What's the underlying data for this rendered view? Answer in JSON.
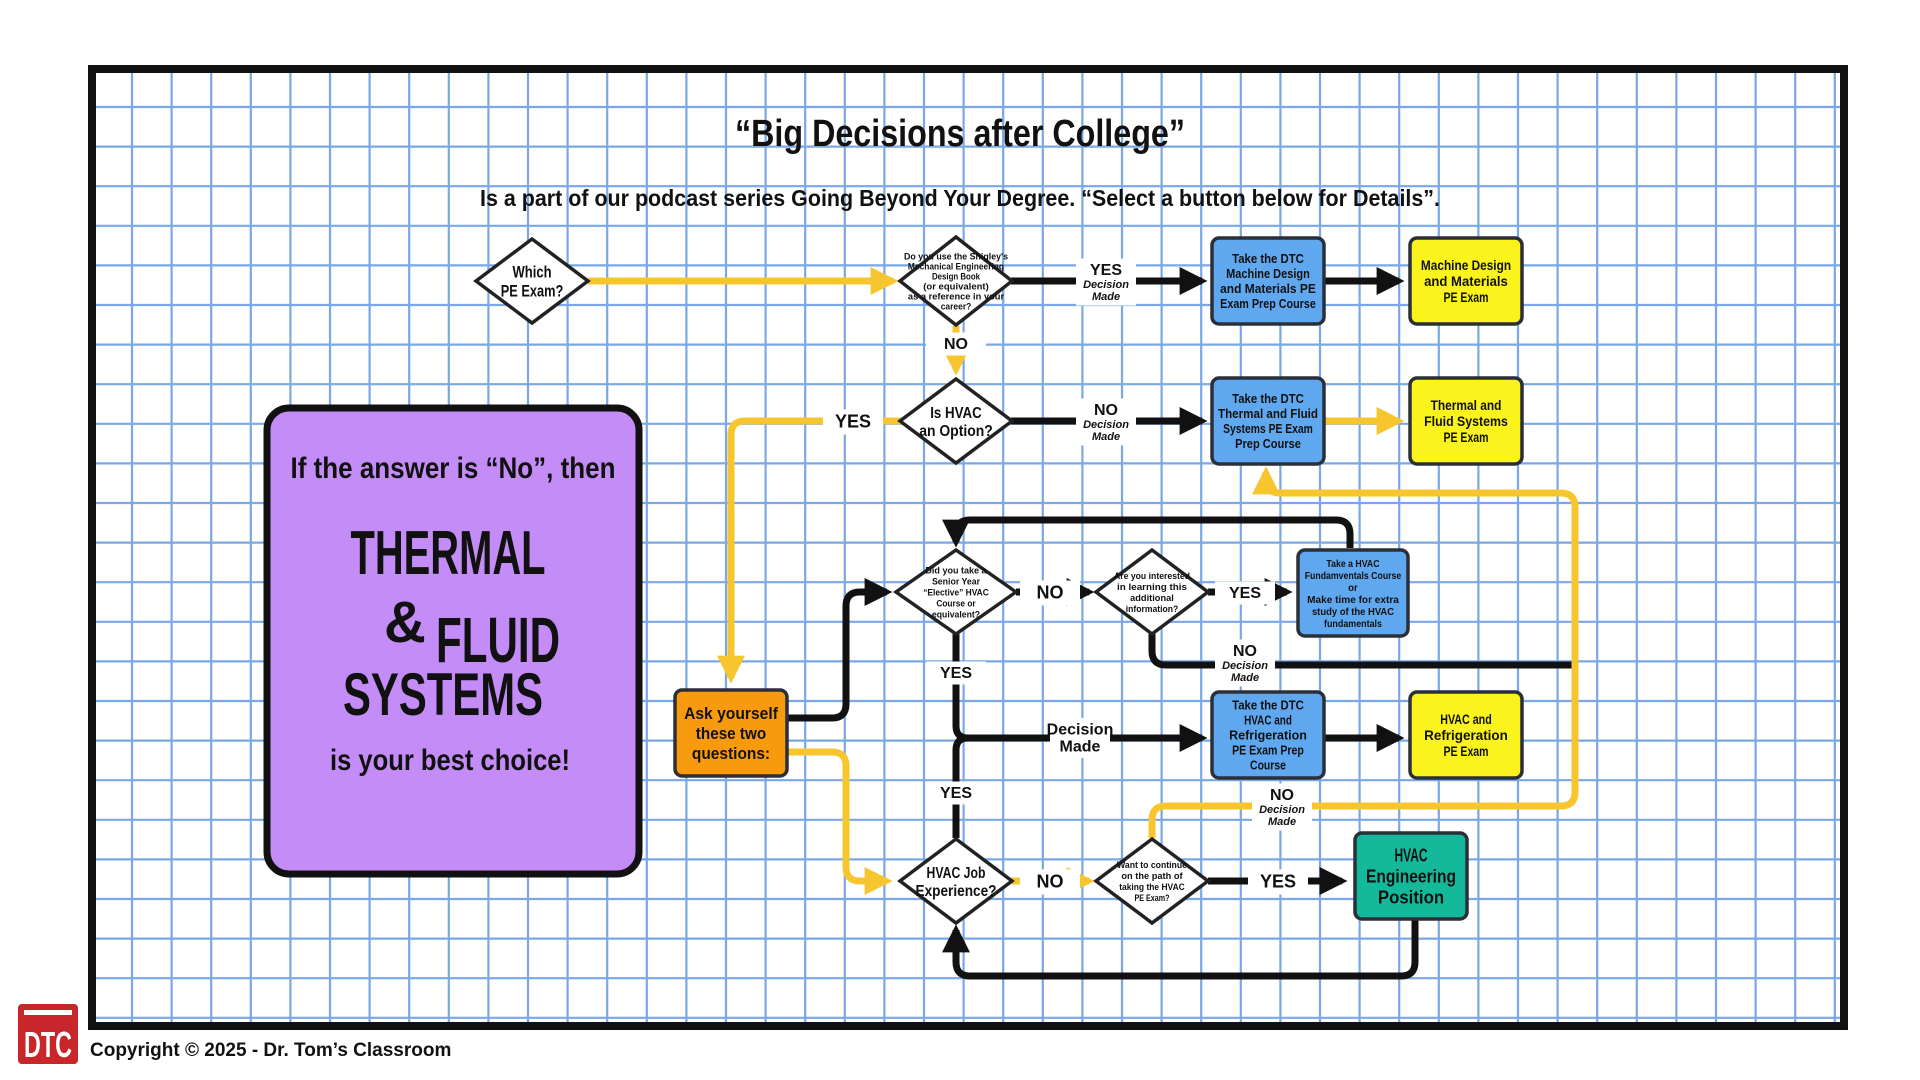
{
  "header": {
    "title": "“Big Decisions after College”",
    "subtitle": "Is a part of our podcast series Going Beyond Your Degree. “Select a button below for Details”."
  },
  "colors": {
    "grid_line": "#7aa7e6",
    "frame": "#111111",
    "flow_yellow": "#f7c62f",
    "flow_black": "#111111",
    "course_box": "#5fa8f0",
    "exam_box": "#fbf31c",
    "ask_box": "#f79a0e",
    "position_box": "#14b99b",
    "callout_box": "#c48cf7",
    "logo_red": "#c8262b"
  },
  "nodes": {
    "which_exam": [
      "Which",
      "PE Exam?"
    ],
    "shigley": [
      "Do you use the Shigley's",
      "Mechanical Engineering",
      "Design Book",
      "(or equivalent)",
      "as a reference in your",
      "career?"
    ],
    "hvac_option": [
      "Is HVAC",
      "an Option?"
    ],
    "senior_elective": [
      "Did you take a",
      "Senior Year",
      "“Elective” HVAC",
      "Course or",
      "equivalent?"
    ],
    "interested": [
      "Are you interested",
      "in learning this",
      "additional",
      "information?"
    ],
    "job_experience": [
      "HVAC Job",
      "Experience?"
    ],
    "continue_path": [
      "Want to continue",
      "on the path of",
      "taking the HVAC",
      "PE Exam?"
    ]
  },
  "buttons": {
    "mdm_course": [
      "Take the DTC",
      "Machine Design",
      "and Materials PE",
      "Exam Prep Course"
    ],
    "mdm_exam": [
      "Machine Design",
      "and Materials",
      "PE Exam"
    ],
    "tfs_course": [
      "Take the DTC",
      "Thermal and Fluid",
      "Systems PE Exam",
      "Prep Course"
    ],
    "tfs_exam": [
      "Thermal and",
      "Fluid Systems",
      "PE Exam"
    ],
    "hvac_fundamentals": [
      "Take a HVAC",
      "Fundamventals Course",
      "or",
      "Make time for extra",
      "study of the HVAC",
      "fundamentals"
    ],
    "hvac_course": [
      "Take the DTC",
      "HVAC and",
      "Refrigeration",
      "PE Exam Prep",
      "Course"
    ],
    "hvac_exam": [
      "HVAC and",
      "Refrigeration",
      "PE Exam"
    ],
    "ask_yourself": [
      "Ask yourself",
      "these two",
      "questions:"
    ],
    "hvac_position": [
      "HVAC",
      "Engineering",
      "Position"
    ]
  },
  "edge_labels": {
    "yes": "YES",
    "no": "NO",
    "decision": "Decision",
    "made": "Made"
  },
  "callout": {
    "lead": "If the answer is “No”, then",
    "big_line1": "THERMAL",
    "big_amp": "&",
    "big_line2": "FLUID",
    "big_line3": "SYSTEMS",
    "tail": "is your best choice!"
  },
  "footer": {
    "logo_text": "DTC",
    "copyright": "Copyright © 2025 - Dr. Tom’s Classroom"
  }
}
